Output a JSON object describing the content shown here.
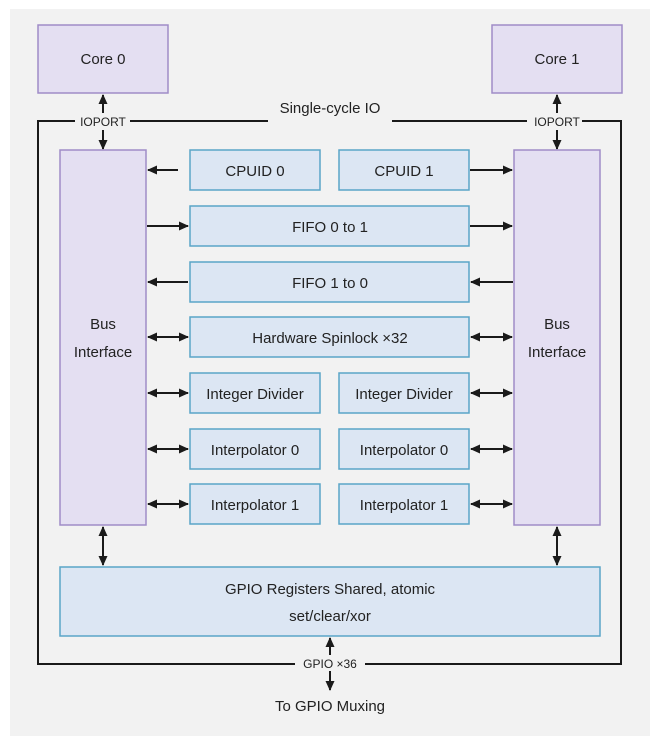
{
  "blocks": {
    "core0": "Core 0",
    "core1": "Core 1",
    "single_cycle_io": "Single-cycle IO",
    "ioport_left": "IOPORT",
    "ioport_right": "IOPORT",
    "bus_left": [
      "Bus",
      "Interface"
    ],
    "bus_right": [
      "Bus",
      "Interface"
    ],
    "cpuid0": "CPUID 0",
    "cpuid1": "CPUID 1",
    "fifo01": "FIFO 0 to 1",
    "fifo10": "FIFO 1 to 0",
    "spinlock": "Hardware Spinlock ×32",
    "divider_left": "Integer Divider",
    "divider_right": "Integer Divider",
    "interp0_left": "Interpolator 0",
    "interp0_right": "Interpolator 0",
    "interp1_left": "Interpolator 1",
    "interp1_right": "Interpolator 1",
    "gpio": [
      "GPIO Registers Shared, atomic",
      "set/clear/xor"
    ],
    "gpio_count": "GPIO ×36",
    "to_muxing": "To GPIO Muxing"
  },
  "colors": {
    "core_fill": "#e4dff2",
    "core_stroke": "#a08cc8",
    "block_fill": "#dce6f3",
    "block_stroke": "#5aa5c8",
    "line": "#1a1a1a",
    "background": "#f2f2f2"
  }
}
